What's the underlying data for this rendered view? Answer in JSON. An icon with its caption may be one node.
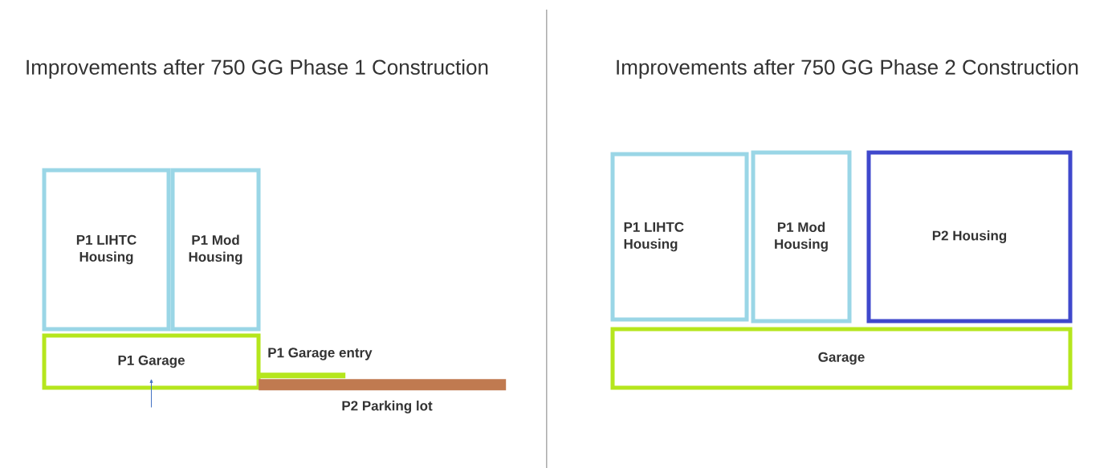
{
  "diagram": {
    "nodes": [
      {
        "text": [
          "P1 LIHTC Housing"
        ]
      },
      {
        "text": [
          "P1 Mod Housing"
        ]
      },
      {
        "text": [
          "P1 Garage"
        ]
      },
      {
        "text": [
          "P1 LIHTC Housing"
        ]
      },
      {
        "text": [
          "P1 Mod Housing"
        ]
      },
      {
        "text": [
          "P2 Housing"
        ]
      },
      {
        "text": [
          "Garage"
        ]
      },
      {
        "text": [
          "P1 Garage entry"
        ]
      },
      {
        "text": [
          "P2 Parking lot"
        ]
      }
    ],
    "edges": [
      {
        "from": null,
        "to": 2,
        "arrow": "to",
        "color": "#4472c4"
      }
    ],
    "labels": [
      "Improvements after 750 GG Phase 1 Construction",
      "Improvements after 750 GG Phase 2 Construction"
    ]
  }
}
